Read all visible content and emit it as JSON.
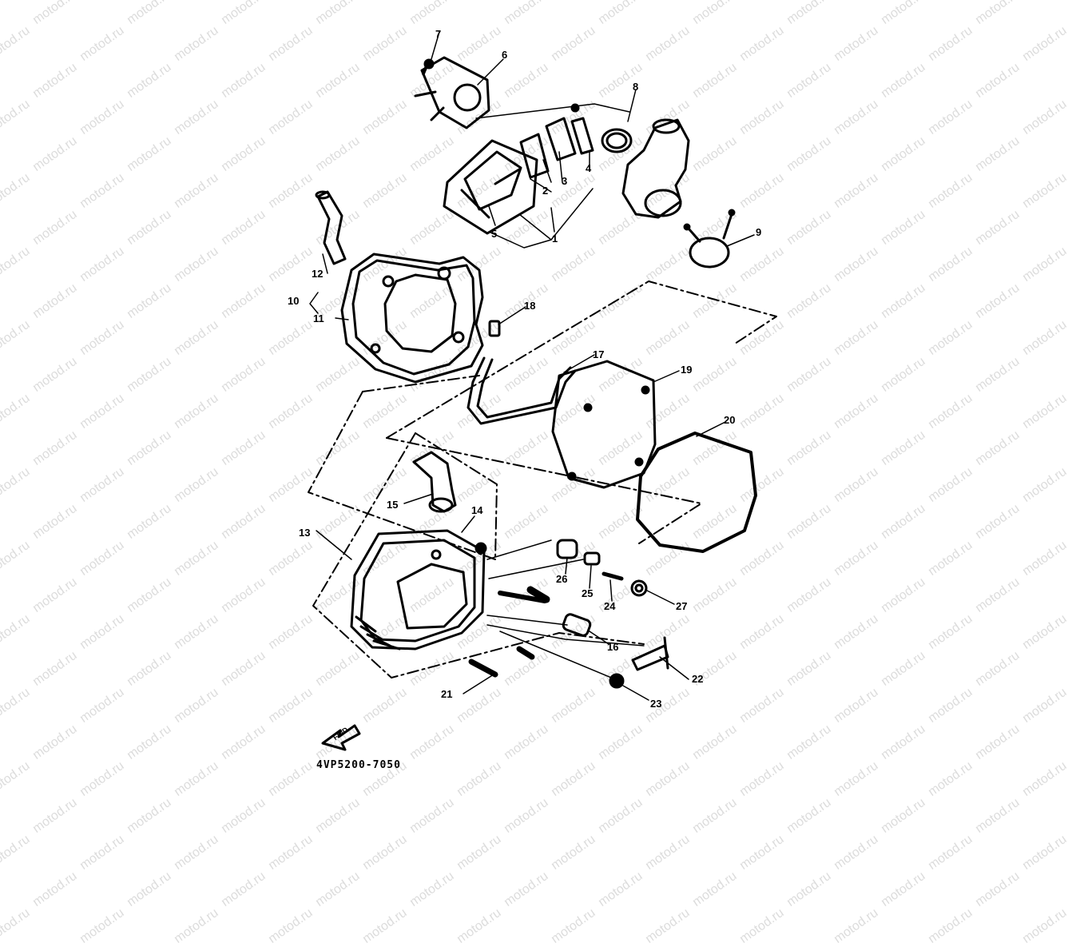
{
  "watermark": "motod.ru",
  "diagram_code": "4VP5200-7050",
  "arrow_label": "FWD",
  "part_numbers": [
    "1",
    "2",
    "3",
    "4",
    "5",
    "6",
    "7",
    "8",
    "9",
    "10",
    "11",
    "12",
    "13",
    "14",
    "15",
    "16",
    "17",
    "18",
    "19",
    "20",
    "21",
    "22",
    "23",
    "24",
    "25",
    "26",
    "27"
  ]
}
